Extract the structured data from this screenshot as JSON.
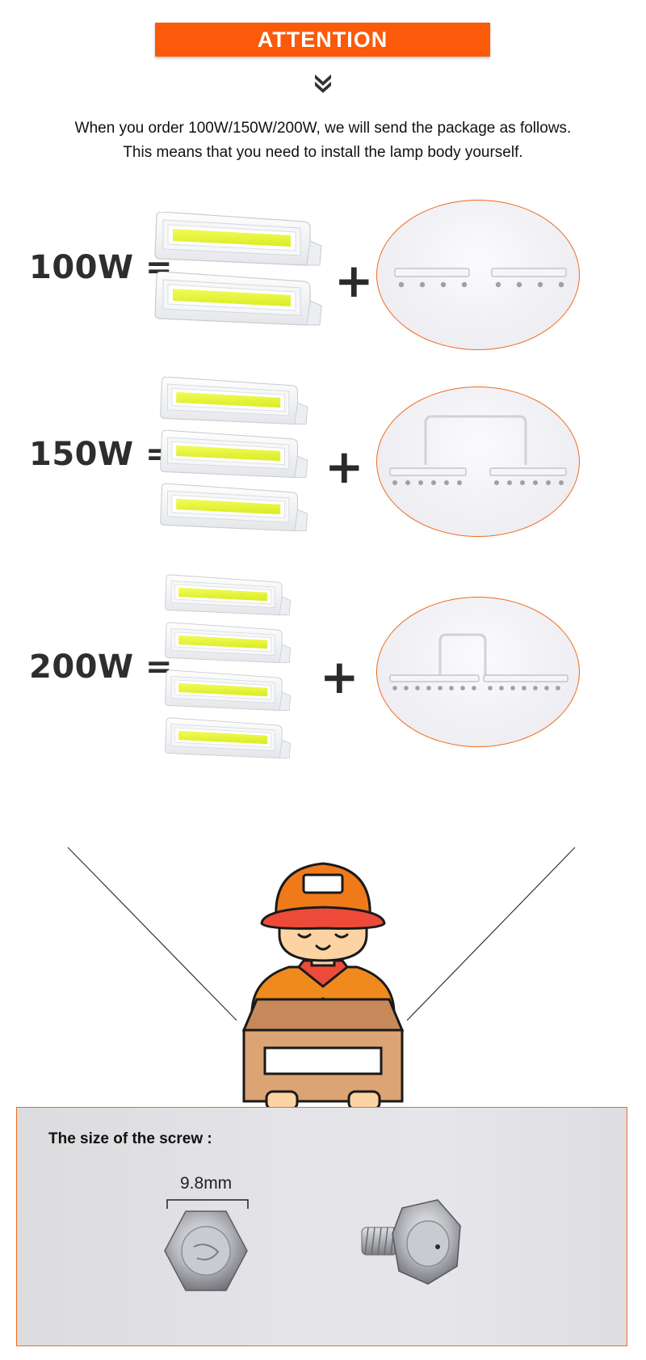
{
  "header": {
    "title": "ATTENTION"
  },
  "intro": {
    "line1": "When you order 100W/150W/200W, we will send the package as follows.",
    "line2": "This means that you need to install the lamp body yourself."
  },
  "options": [
    {
      "label": "100W =",
      "plus": "+",
      "lamp_count": 2
    },
    {
      "label": "150W =",
      "plus": "+",
      "lamp_count": 3
    },
    {
      "label": "200W =",
      "plus": "+",
      "lamp_count": 4
    }
  ],
  "screw": {
    "title": "The size of the screw :",
    "measure": "9.8mm"
  },
  "colors": {
    "accent": "#fa5a0a",
    "ellipse_border": "#f06a1e",
    "lamp_cob": "#e8f533",
    "worker_shirt": "#f08a1e",
    "worker_cap": "#f07a1a",
    "box": "#dca474"
  },
  "icons": {
    "chevron": "chevron-down-icon",
    "worker": "delivery-worker-illustration",
    "screw": "hex-screw-photo"
  }
}
